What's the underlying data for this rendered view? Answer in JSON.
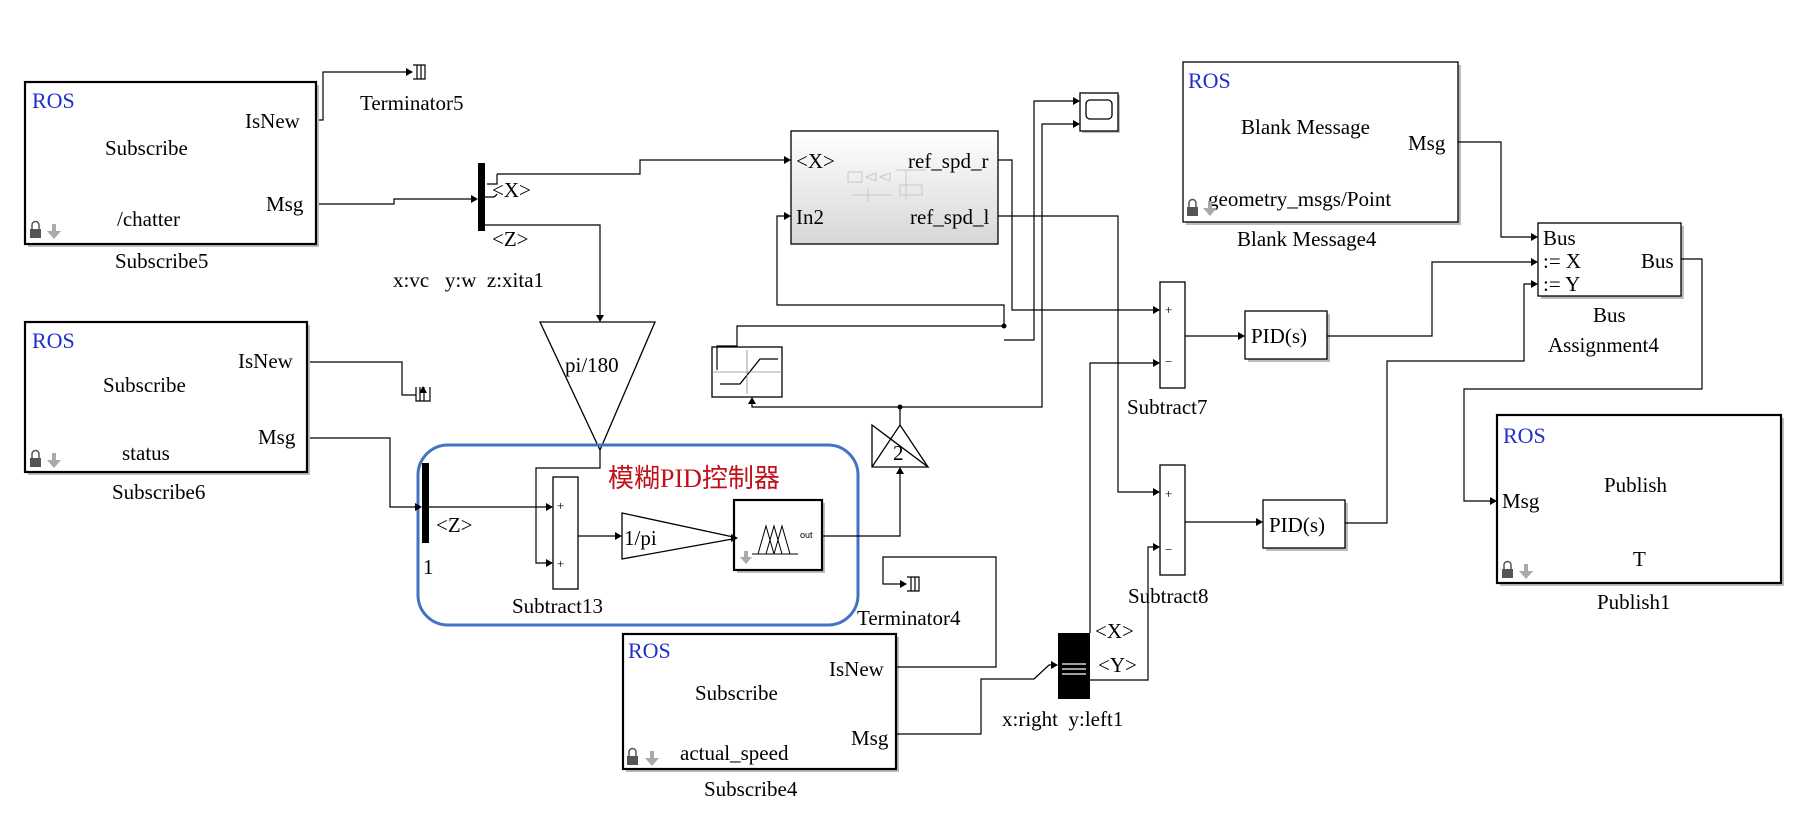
{
  "blocks": {
    "subscribe5": {
      "ros": "ROS",
      "title": "Subscribe",
      "topic": "/chatter",
      "out1": "IsNew",
      "out2": "Msg",
      "name": "Subscribe5"
    },
    "subscribe6": {
      "ros": "ROS",
      "title": "Subscribe",
      "topic": "status",
      "out1": "IsNew",
      "out2": "Msg",
      "name": "Subscribe6"
    },
    "subscribe4": {
      "ros": "ROS",
      "title": "Subscribe",
      "topic": "actual_speed",
      "out1": "IsNew",
      "out2": "Msg",
      "name": "Subscribe4"
    },
    "terminator5": {
      "name": "Terminator5"
    },
    "terminator4": {
      "name": "Terminator4"
    },
    "bus_selector_top": {
      "out1": "<X>",
      "out2": "<Z>",
      "note": "x:vc   y:w  z:xita1"
    },
    "bus_selector_mid": {
      "out1": "<Z>",
      "num": "1"
    },
    "bus_selector_bottom": {
      "out1": "<X>",
      "out2": "<Y>",
      "note": "x:right  y:left1"
    },
    "subsystem": {
      "in1": "<X>",
      "in2": "In2",
      "out1": "ref_spd_r",
      "out2": "ref_spd_l"
    },
    "gain_pi180": {
      "label": "pi/180"
    },
    "gain_1pi": {
      "label": "1/pi"
    },
    "gain_2": {
      "label": "2"
    },
    "fuzzy": {
      "out": "out"
    },
    "fuzzy_group": {
      "title": "模糊PID控制器"
    },
    "subtract13": {
      "name": "Subtract13",
      "p1": "+",
      "p2": "+"
    },
    "subtract7": {
      "name": "Subtract7",
      "p1": "+",
      "p2": "−"
    },
    "subtract8": {
      "name": "Subtract8",
      "p1": "+",
      "p2": "−"
    },
    "pid1": {
      "label": "PID(s)"
    },
    "pid2": {
      "label": "PID(s)"
    },
    "blank_message": {
      "ros": "ROS",
      "title": "Blank Message",
      "type": "geometry_msgs/Point",
      "out": "Msg",
      "name": "Blank Message4"
    },
    "bus_assignment": {
      "in1": "Bus",
      "in2": ":= X",
      "in3": ":= Y",
      "out": "Bus",
      "name": "Bus Assignment4",
      "name_line1": "Bus",
      "name_line2": "Assignment4"
    },
    "publish": {
      "ros": "ROS",
      "title": "Publish",
      "in": "Msg",
      "topic": "T",
      "name": "Publish1"
    }
  },
  "colors": {
    "ros_text": "#1f2fc8",
    "group_border": "#4472c4",
    "group_title": "#c0101a"
  },
  "icons": [
    "lock-icon",
    "down-arrow-icon",
    "scope-icon",
    "saturation-icon",
    "fuzzy-membership-icon"
  ]
}
